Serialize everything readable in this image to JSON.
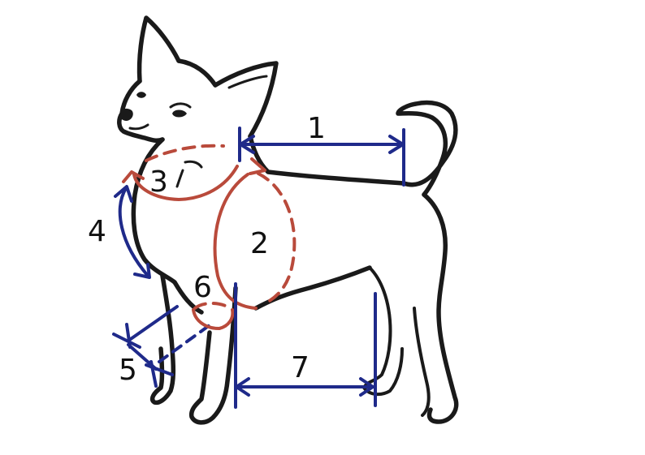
{
  "diagram": {
    "subject": "chihuahua-outline",
    "colors": {
      "outline": "#1a1a1a",
      "blue_measure": "#1f2a8a",
      "red_measure": "#b94a3b"
    },
    "labels": {
      "m1": "1",
      "m2": "2",
      "m3": "3",
      "m4": "4",
      "m5": "5",
      "m6": "6",
      "m7": "7"
    }
  }
}
